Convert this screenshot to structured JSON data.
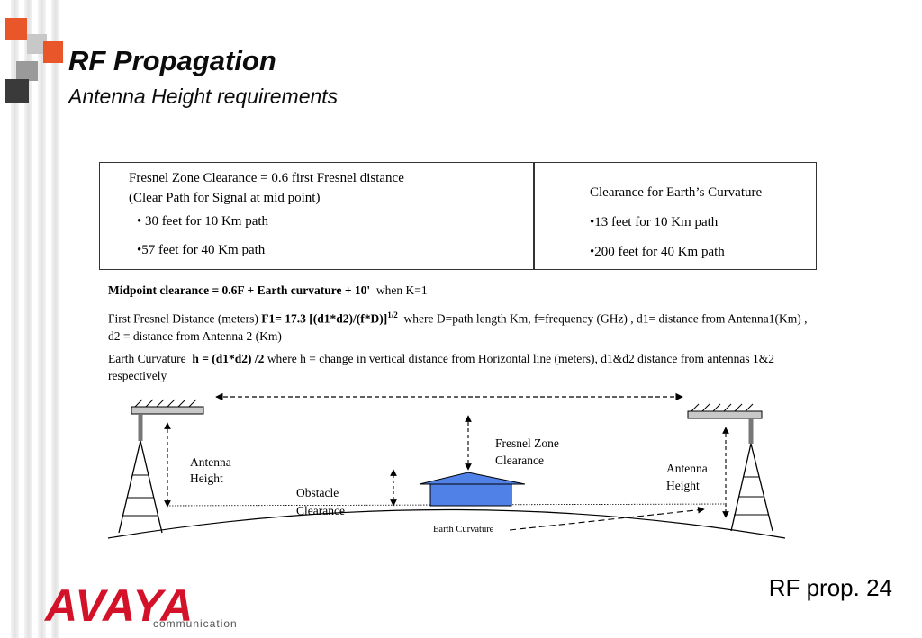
{
  "header": {
    "title": "RF Propagation",
    "subtitle": "Antenna Height requirements"
  },
  "table": {
    "left_line1": "Fresnel Zone Clearance = 0.6 first Fresnel distance",
    "left_line2": "(Clear Path for Signal at mid point)",
    "left_bullet1": "• 30 feet for 10 Km path",
    "left_bullet2": "•57 feet for 40 Km path",
    "right_title": "Clearance for Earth’s Curvature",
    "right_bullet1": "•13 feet for 10 Km path",
    "right_bullet2": "•200 feet for 40 Km path"
  },
  "formulas": {
    "midpoint_bold": "Midpoint clearance = 0.6F + Earth curvature + 10'",
    "midpoint_rest": "when K=1",
    "fresnel_prefix": "First Fresnel Distance (meters)",
    "fresnel_bold": "F1= 17.3 [(d1*d2)/(f*D)]",
    "fresnel_sup": "1/2",
    "fresnel_rest": "where D=path length Km, f=frequency (GHz) , d1= distance from Antenna1(Km) , d2  = distance from Antenna 2 (Km)",
    "earth_prefix": "Earth Curvature",
    "earth_bold": "h = (d1*d2) /2",
    "earth_rest": "where h = change in vertical distance from Horizontal line (meters), d1&d2 distance from antennas 1&2 respectively"
  },
  "diagram": {
    "antenna_height_left_1": "Antenna",
    "antenna_height_left_2": "Height",
    "antenna_height_right_1": "Antenna",
    "antenna_height_right_2": "Height",
    "fresnel_zone_1": "Fresnel Zone",
    "fresnel_zone_2": "Clearance",
    "obstacle_1": "Obstacle",
    "obstacle_2": "Clearance",
    "earth_curvature": "Earth Curvature",
    "building_color": "#4f81e6"
  },
  "footer": {
    "page_label": "RF prop. 24",
    "logo_text": "AVAYA",
    "logo_subtext": "communication"
  },
  "colors": {
    "accent_red": "#d3122a",
    "accent_orange": "#e8562a",
    "accent_gray": "#9a9a9a",
    "accent_dark": "#3a3a3a"
  }
}
